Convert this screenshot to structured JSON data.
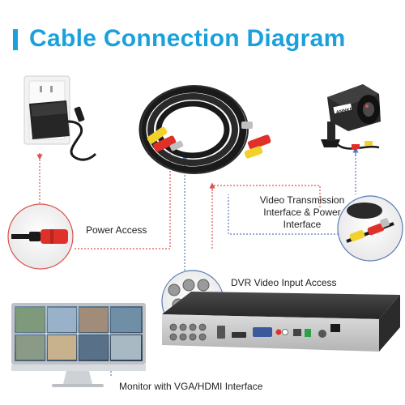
{
  "title": "Cable Connection Diagram",
  "labels": {
    "power_access": "Power Access",
    "video_transmission": "Video Transmission Interface & Power Interface",
    "dvr_input": "DVR Video Input Access",
    "monitor": "Monitor with VGA/HDMI Interface"
  },
  "camera_brand": "ANNKE",
  "colors": {
    "accent": "#1aa1dc",
    "power_line": "#d9534f",
    "video_line": "#5b7bb8",
    "connector_red": "#e0302a",
    "connector_yellow": "#f2d22a",
    "cable_black": "#1a1a1a"
  },
  "icons": {
    "adapter": "power-adapter-icon",
    "cable": "bnc-cable-coil-icon",
    "camera": "bullet-camera-icon",
    "dvr": "dvr-recorder-icon",
    "monitor": "monitor-icon"
  }
}
